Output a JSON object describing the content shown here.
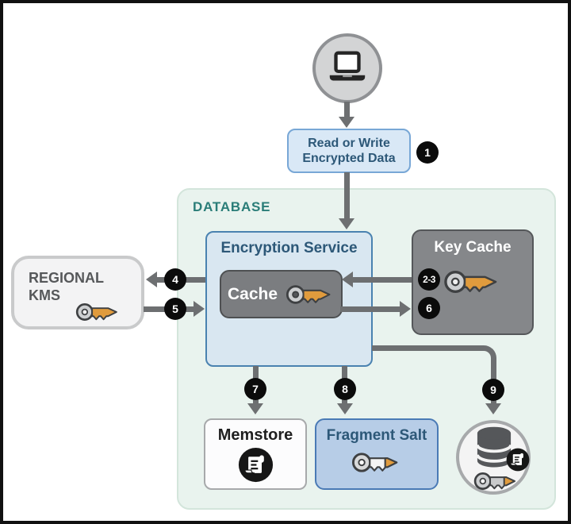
{
  "diagram": {
    "container_label": "DATABASE",
    "nodes": {
      "client_device": {
        "icon": "laptop-icon"
      },
      "read_or_write": {
        "line1": "Read or Write",
        "line2": "Encrypted Data"
      },
      "encryption_service": {
        "label": "Encryption Service"
      },
      "cache": {
        "label": "Cache",
        "icon": "key-icon"
      },
      "key_cache": {
        "label": "Key Cache",
        "icon": "key-icon"
      },
      "regional_kms": {
        "line1": "REGIONAL",
        "line2": "KMS",
        "icon": "key-icon"
      },
      "memstore": {
        "label": "Memstore",
        "icon": "scroll-icon"
      },
      "fragment_salt": {
        "label": "Fragment Salt",
        "icon": "key-icon"
      },
      "datastore": {
        "icon": "database-cylinder-icon"
      }
    },
    "badges": {
      "step1": "1",
      "step23": "2-3",
      "step4": "4",
      "step5": "5",
      "step6": "6",
      "step7": "7",
      "step8": "8",
      "step9": "9"
    },
    "colors": {
      "container_fill": "#e9f3ee",
      "container_label": "#2a7d78",
      "blue_box_fill": "#d9e7f1",
      "blue_box_border": "#4a82b0",
      "fragment_salt_fill": "#b7cde7",
      "gray_box_fill": "#85878a",
      "arrow_gray": "#6d6f71",
      "badge_black": "#0b0b0b",
      "key_orange": "#e09b3d",
      "kms_text": "#56585a"
    }
  }
}
